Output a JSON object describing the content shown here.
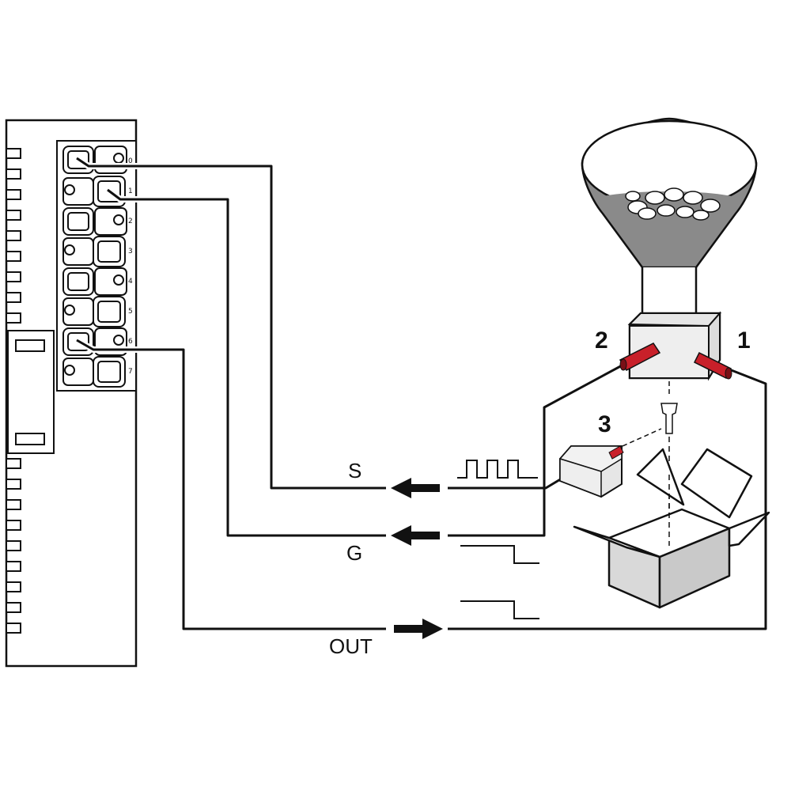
{
  "terminal": {
    "channels": [
      "0",
      "1",
      "2",
      "3",
      "4",
      "5",
      "6",
      "7"
    ]
  },
  "signals": {
    "s": "S",
    "g": "G",
    "out": "OUT"
  },
  "sensors": {
    "sensor1": "1",
    "sensor2": "2",
    "sensor3": "3"
  },
  "colors": {
    "line": "#111111",
    "sensor_red": "#c8202a",
    "hopper_fill": "#8a8a8a",
    "box_fill": "#d9d9d9"
  }
}
